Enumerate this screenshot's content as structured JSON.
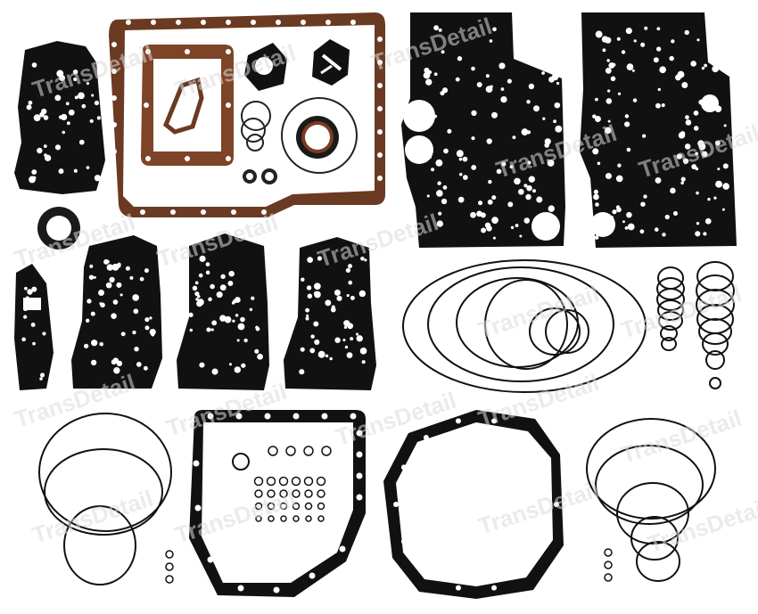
{
  "watermark": {
    "text": "TransDetail",
    "color": "#d8d8d8"
  },
  "colors": {
    "background": "#ffffff",
    "black_gasket": "#111111",
    "brown_gasket": "#6b3a22",
    "brown_gasket_light": "#8a5234",
    "ring": "#222222",
    "seal_outer": "#1a1a1a",
    "seal_inner": "#7a3b22"
  },
  "parts": {
    "valve_body_gaskets": 8,
    "large_plates": 2,
    "brown_pan_gaskets": 2,
    "pump_gaskets": 2
  }
}
